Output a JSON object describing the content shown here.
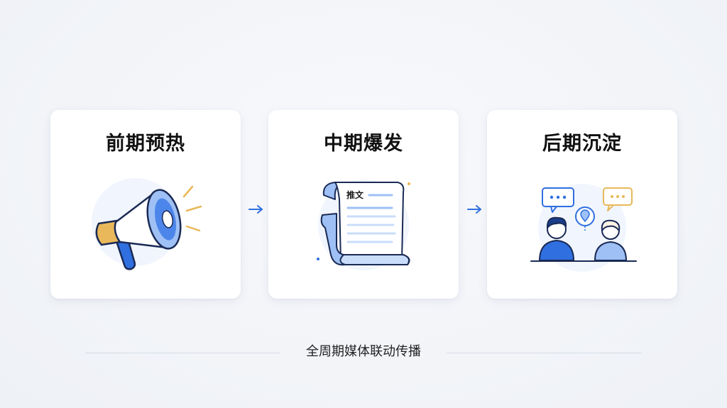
{
  "stages": [
    {
      "title": "前期预热",
      "icon": "megaphone-icon"
    },
    {
      "title": "中期爆发",
      "icon": "scroll-document-icon",
      "document_label": "推文"
    },
    {
      "title": "后期沉淀",
      "icon": "people-chatting-icon"
    }
  ],
  "flow_arrows": [
    "arrow-right-icon",
    "arrow-right-icon"
  ],
  "footer": {
    "caption": "全周期媒体联动传播"
  },
  "colors": {
    "accent_blue": "#2f6fe0",
    "light_blue": "#9ec0f5",
    "gold": "#e8b85a",
    "card_bg": "#ffffff",
    "page_bg": "#f3f5f9"
  }
}
